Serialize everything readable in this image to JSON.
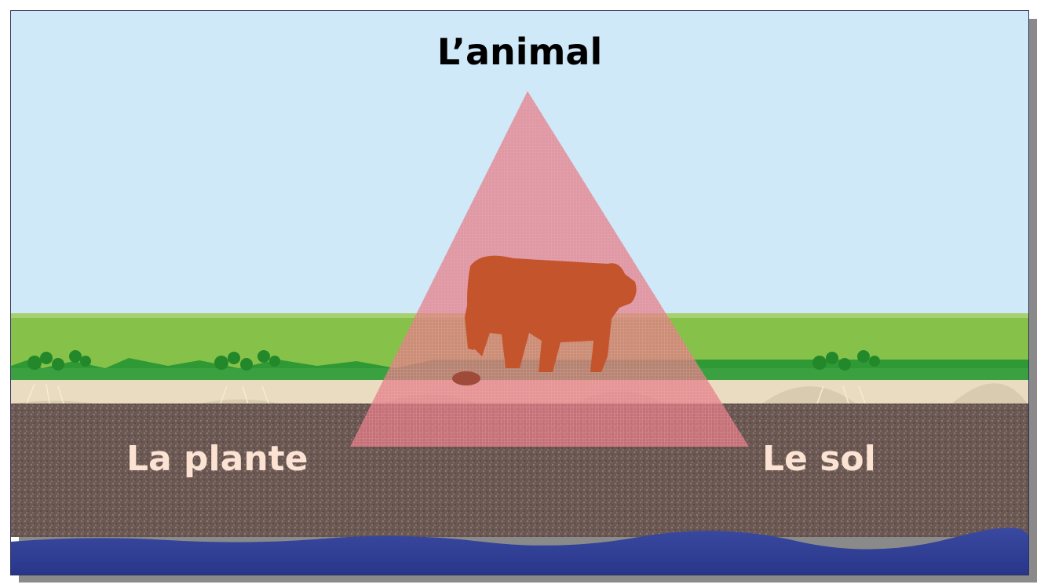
{
  "diagram": {
    "labels": {
      "top": "L’animal",
      "left": "La plante",
      "right": "Le sol"
    },
    "colors": {
      "sky": "#cfe9f8",
      "grass": "#86c24a",
      "roots_band": "#e9dcc0",
      "soil": "#6e5a55",
      "water": "#2f3f95",
      "triangle": "#e0707c",
      "cow": "#c4542c",
      "label_text_light": "#fbe2d2",
      "label_text_dark": "#000000"
    },
    "icons": [
      "cow-icon",
      "plant-icon",
      "triangle-shape"
    ]
  }
}
